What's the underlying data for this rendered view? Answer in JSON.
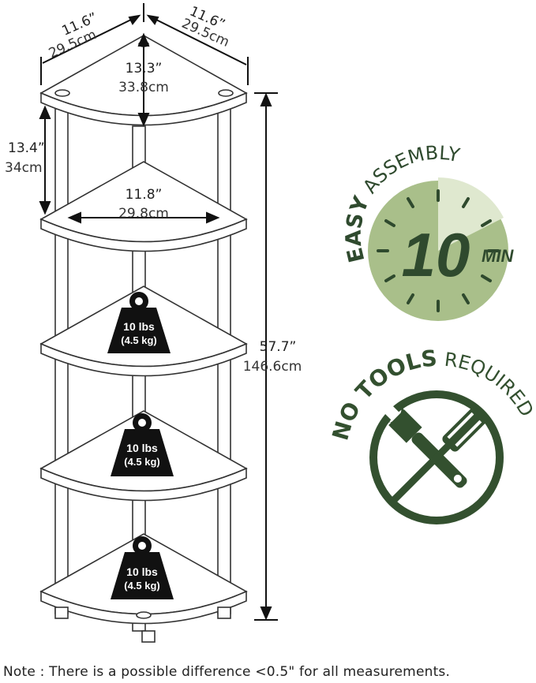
{
  "dimensions": {
    "top_left": {
      "in": "11.6”",
      "cm": "29.5cm"
    },
    "top_right": {
      "in": "11.6”",
      "cm": "29.5cm"
    },
    "top_center": {
      "in": "13.3”",
      "cm": "33.8cm"
    },
    "shelf_gap": {
      "in": "13.4”",
      "cm": "34cm"
    },
    "shelf_width": {
      "in": "11.8”",
      "cm": "29.8cm"
    },
    "total_height": {
      "in": "57.7”",
      "cm": "146.6cm"
    }
  },
  "weights": [
    {
      "lbs": "10 lbs",
      "kg": "(4.5 kg)"
    },
    {
      "lbs": "10 lbs",
      "kg": "(4.5 kg)"
    },
    {
      "lbs": "10 lbs",
      "kg": "(4.5 kg)"
    }
  ],
  "easy_assembly": {
    "word1": "EASY",
    "word2": "ASSEMBLY",
    "number": "10",
    "unit": "MIN",
    "colors": {
      "dark": "#2f4a2e",
      "light": "#a9bf8a",
      "pale": "#dfe8cf"
    }
  },
  "no_tools": {
    "word1": "NO TOOLS",
    "word2": "REQUIRED",
    "icon": "no-tools-icon",
    "color": "#33502f"
  },
  "note": "Note : There is a possible difference <0.5\" for all measurements."
}
